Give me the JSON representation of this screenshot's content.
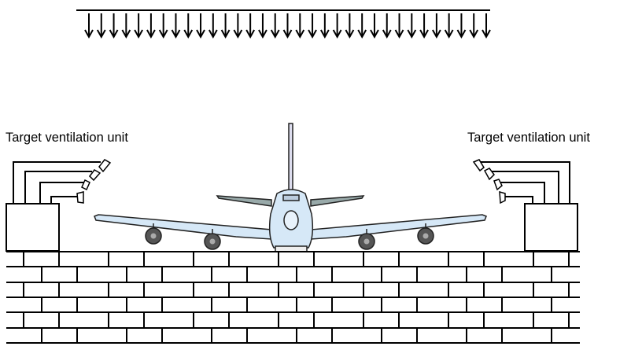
{
  "labels": {
    "left_unit": "Target ventilation unit",
    "right_unit": "Target ventilation unit"
  },
  "colors": {
    "line": "#000000",
    "aircraft_fill": "#d6e8f7",
    "engine": "#555555"
  },
  "icons": {
    "load_arrows": "arrow-down",
    "aircraft": "airplane-front-view"
  },
  "arrow_count": 33
}
